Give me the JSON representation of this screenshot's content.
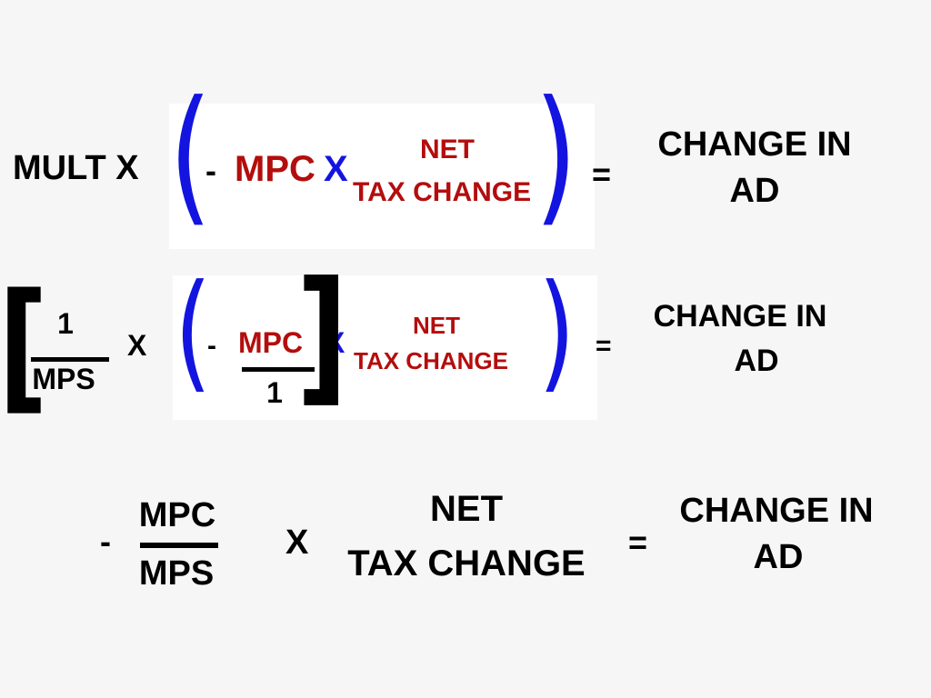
{
  "colors": {
    "background": "#f6f6f6",
    "panel": "#ffffff",
    "paren_blue": "#1414e0",
    "term_red": "#b40d0d",
    "text_black": "#000000"
  },
  "row1": {
    "mult_x": "MULT X",
    "left_paren": "(",
    "minus": "-",
    "mpc": "MPC",
    "times": "X",
    "net": "NET",
    "tax_change": "TAX CHANGE",
    "right_paren": ")",
    "equals": "=",
    "change_in": "CHANGE IN",
    "ad": "AD"
  },
  "row2": {
    "left_bracket": "[",
    "one": "1",
    "mps": "MPS",
    "times_outer": "X",
    "left_paren": "(",
    "minus": "-",
    "mpc": "MPC",
    "denominator_one": "1",
    "right_bracket": "]",
    "times_inner": "X",
    "net": "NET",
    "tax_change": "TAX CHANGE",
    "right_paren": ")",
    "equals": "=",
    "change_in": "CHANGE IN",
    "ad": "AD"
  },
  "row3": {
    "minus": "-",
    "mpc": "MPC",
    "mps": "MPS",
    "times": "X",
    "net": "NET",
    "tax_change": "TAX CHANGE",
    "equals": "=",
    "change_in": "CHANGE IN",
    "ad": "AD"
  }
}
